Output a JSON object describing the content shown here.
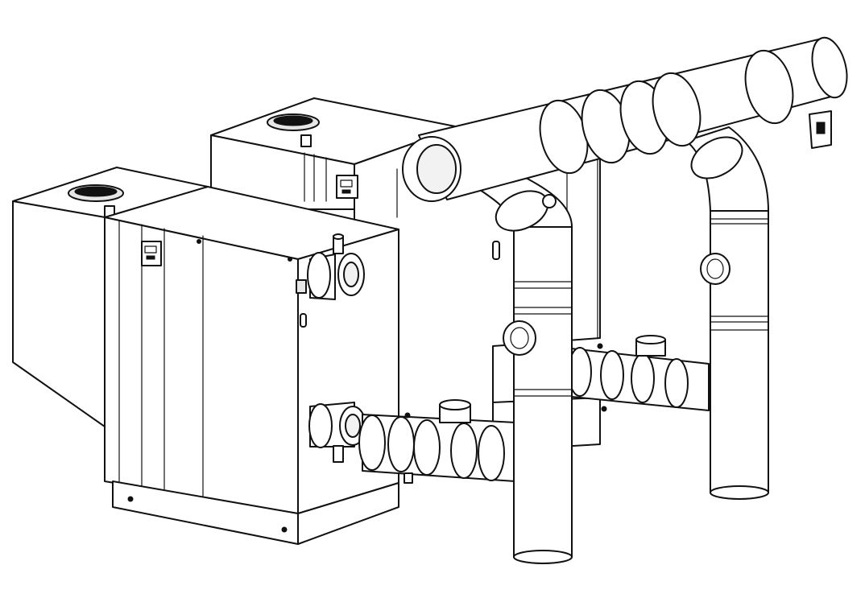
{
  "illustration": {
    "units": [
      {
        "id": "boiler-unit-rear"
      },
      {
        "id": "boiler-unit-front"
      }
    ],
    "piping": [
      {
        "id": "flue-header"
      },
      {
        "id": "flue-riser-left"
      },
      {
        "id": "flue-riser-right"
      },
      {
        "id": "return-manifold-front"
      },
      {
        "id": "return-manifold-rear"
      }
    ],
    "colors": {
      "line": "#111111",
      "fill": "#ffffff",
      "shade": "#f2f2f2"
    }
  }
}
